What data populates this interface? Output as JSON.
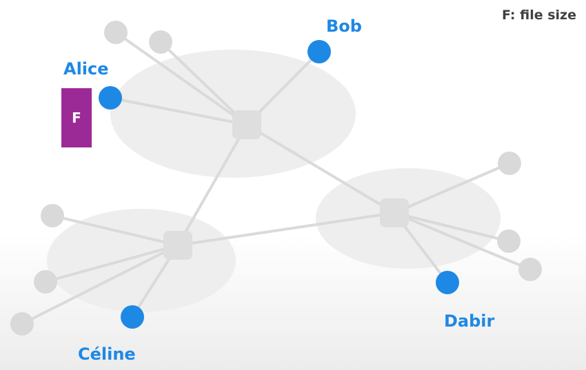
{
  "legend": {
    "text": "F: file size"
  },
  "file": {
    "label": "F"
  },
  "nodes": {
    "alice": "Alice",
    "bob": "Bob",
    "celine": "Céline",
    "dabir": "Dabir"
  },
  "colors": {
    "user_node": "#1e88e5",
    "peer_node": "#d9d9d9",
    "hub": "#dedede",
    "cluster": "#eeeeee",
    "link": "#dadada",
    "file_box": "#9c2a96",
    "label": "#1e88e5"
  }
}
